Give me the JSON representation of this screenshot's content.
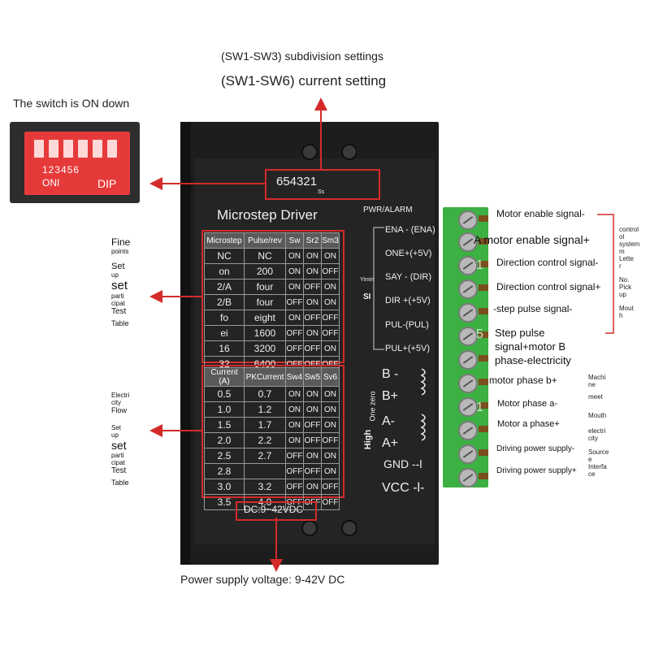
{
  "top_captions": {
    "subdivision": "(SW1-SW3) subdivision settings",
    "current": "(SW1-SW6) current setting"
  },
  "switch_caption": "The switch is ON down",
  "dip_photo": {
    "numbers": "123456",
    "on": "ONI",
    "dip": "DIP"
  },
  "driver": {
    "switch_label": "654321",
    "switch_sub": "Ss",
    "title": "Microstep Driver",
    "pwr_alarm": "PWR/ALARM",
    "side_small": "Yimin",
    "side_si": "SI",
    "one_zero": "One zero",
    "high": "High",
    "dc_label": "DC:9~42VDC"
  },
  "microstep_table": {
    "headers": [
      "Microstep",
      "Pulse/rev",
      "Sw",
      "Sr2",
      "Sm3"
    ],
    "rows": [
      [
        "NC",
        "NC",
        "ON",
        "ON",
        "ON"
      ],
      [
        "on",
        "200",
        "ON",
        "ON",
        "OFF"
      ],
      [
        "2/A",
        "four",
        "ON",
        "OFF",
        "ON"
      ],
      [
        "2/B",
        "four",
        "OFF",
        "ON",
        "ON"
      ],
      [
        "fo",
        "eight",
        "ON",
        "OFF",
        "OFF"
      ],
      [
        "ei",
        "1600",
        "OFF",
        "ON",
        "OFF"
      ],
      [
        "16",
        "3200",
        "OFF",
        "OFF",
        "ON"
      ],
      [
        "32",
        "6400",
        "OFF",
        "OFF",
        "OFF"
      ]
    ]
  },
  "current_table": {
    "headers": [
      "Current (A)",
      "PKCurrent",
      "Sw4",
      "Sw5",
      "Sv6"
    ],
    "rows": [
      [
        "0.5",
        "0.7",
        "ON",
        "ON",
        "ON"
      ],
      [
        "1.0",
        "1.2",
        "ON",
        "ON",
        "ON"
      ],
      [
        "1.5",
        "1.7",
        "ON",
        "OFF",
        "ON"
      ],
      [
        "2.0",
        "2.2",
        "ON",
        "OFF",
        "OFF"
      ],
      [
        "2.5",
        "2.7",
        "OFF",
        "ON",
        "ON"
      ],
      [
        "2.8",
        "",
        "OFF",
        "OFF",
        "ON"
      ],
      [
        "3.0",
        "3.2",
        "OFF",
        "ON",
        "OFF"
      ],
      [
        "3.5",
        "4.0",
        "OFF",
        "OFF",
        "OFF"
      ]
    ]
  },
  "pin_labels": [
    "ENA - (ENA)",
    "ONE+(+5V)",
    "SAY - (DIR)",
    "DIR +(+5V)",
    "PUL-(PUL)",
    "PUL+(+5V)"
  ],
  "motor_labels": [
    "B -",
    "B+",
    "A-",
    "A+"
  ],
  "power_labels": [
    "GND --l",
    "VCC -l-"
  ],
  "terminal_digits": [
    "1",
    "5",
    "1"
  ],
  "signal_labels": [
    "Motor enable signal-",
    "A motor enable signal+",
    "Direction control signal-",
    "Direction control signal+",
    "-step pulse signal-",
    "Step pulse",
    "signal+motor B",
    "phase-electricity",
    "motor phase b+",
    "Motor phase a-",
    "Motor a phase+",
    "Driving power supply-",
    "Driving power supply+"
  ],
  "left_labels": {
    "group1": [
      "Fine",
      "points",
      "Set",
      "up",
      "set",
      "parti",
      "cipat",
      "Test",
      "Table"
    ],
    "group2": [
      "Electri",
      "city",
      "Flow",
      "Set",
      "up",
      "set",
      "parti",
      "cipat",
      "Test",
      "Table"
    ]
  },
  "right_labels": {
    "control": [
      "control",
      "ol",
      "system",
      "m",
      "Lette",
      "r",
      "No.",
      "Pick",
      "up",
      "Mout",
      "h"
    ],
    "motor": [
      "Machi",
      "ne",
      "meet",
      "Mouth",
      "electri",
      "city"
    ],
    "power": [
      "Source",
      "e",
      "Interfa",
      "ce"
    ]
  },
  "bottom_caption": "Power supply voltage: 9-42V DC",
  "colors": {
    "arrow": "#d52a2a",
    "terminal": "#3cb043",
    "dip": "#e63a3a"
  }
}
